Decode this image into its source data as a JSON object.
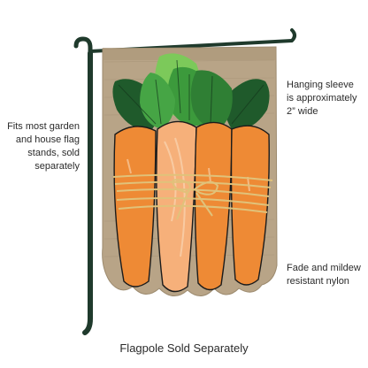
{
  "annotations": {
    "left": "Fits most garden\nand house flag\nstands, sold\nseparately",
    "sleeve": "Hanging sleeve\nis approximately\n2” wide",
    "fade": "Fade and mildew\nresistant nylon"
  },
  "caption": "Flagpole Sold Separately",
  "colors": {
    "burlap": "#b8a487",
    "pole": "#1f3a2c",
    "carrot": "#ee8a35",
    "carrot_light": "#f6b07a",
    "leaf_dark": "#1f5a2b",
    "leaf_mid": "#3c9a3c",
    "leaf_light": "#7cc95a",
    "twine": "#e0c27a"
  }
}
